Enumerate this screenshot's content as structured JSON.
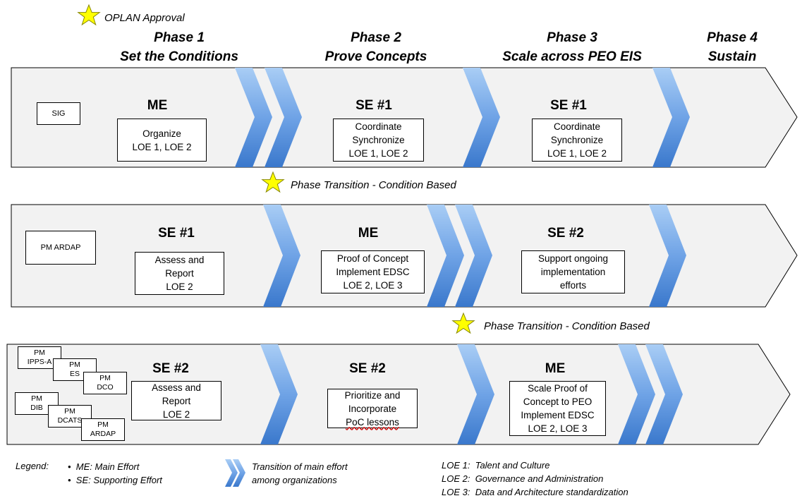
{
  "approval": "OPLAN Approval",
  "phases": [
    {
      "name": "Phase 1",
      "subtitle": "Set the Conditions"
    },
    {
      "name": "Phase 2",
      "subtitle": "Prove Concepts"
    },
    {
      "name": "Phase 3",
      "subtitle": "Scale across PEO EIS"
    },
    {
      "name": "Phase 4",
      "subtitle": "Sustain"
    }
  ],
  "transitions": [
    "Phase Transition - Condition Based",
    "Phase Transition - Condition Based"
  ],
  "rows": [
    {
      "org": "SIG",
      "efforts": [
        {
          "type": "ME",
          "lines": [
            "Organize",
            "LOE 1, LOE 2"
          ]
        },
        {
          "type": "SE #1",
          "lines": [
            "Coordinate",
            "Synchronize",
            "LOE 1, LOE 2"
          ]
        },
        {
          "type": "SE #1",
          "lines": [
            "Coordinate",
            "Synchronize",
            "LOE 1, LOE 2"
          ]
        }
      ]
    },
    {
      "org": "PM ARDAP",
      "efforts": [
        {
          "type": "SE #1",
          "lines": [
            "Assess and",
            "Report",
            "LOE 2"
          ]
        },
        {
          "type": "ME",
          "lines": [
            "Proof of Concept",
            "Implement EDSC",
            "LOE 2, LOE 3"
          ]
        },
        {
          "type": "SE #2",
          "lines": [
            "Support ongoing",
            "implementation",
            "efforts"
          ]
        }
      ]
    },
    {
      "orgs": [
        [
          "PM",
          "IPPS-A"
        ],
        [
          "PM",
          "ES"
        ],
        [
          "PM",
          "DCO"
        ],
        [
          "PM",
          "DIB"
        ],
        [
          "PM",
          "DCATS"
        ],
        [
          "PM",
          "ARDAP"
        ]
      ],
      "efforts": [
        {
          "type": "SE #2",
          "lines": [
            "Assess and",
            "Report",
            "LOE 2"
          ]
        },
        {
          "type": "SE #2",
          "lines": [
            "Prioritize and",
            "Incorporate",
            "PoC lessons"
          ]
        },
        {
          "type": "ME",
          "lines": [
            "Scale Proof of",
            "Concept to PEO",
            "Implement  EDSC",
            "LOE 2, LOE 3"
          ]
        }
      ]
    }
  ],
  "legend": {
    "label": "Legend:",
    "items": [
      "ME: Main Effort",
      "SE: Supporting Effort"
    ],
    "transition": [
      "Transition of main effort",
      "among organizations"
    ],
    "loes": [
      "LOE 1:  Talent and Culture",
      "LOE 2:  Governance and Administration",
      "LOE 3:  Data and Architecture standardization"
    ]
  },
  "colors": {
    "row_fill": "#f2f2f2",
    "chevron_light": "#9dc3f0",
    "chevron_dark": "#3a78cc",
    "star": "#ffff00"
  }
}
